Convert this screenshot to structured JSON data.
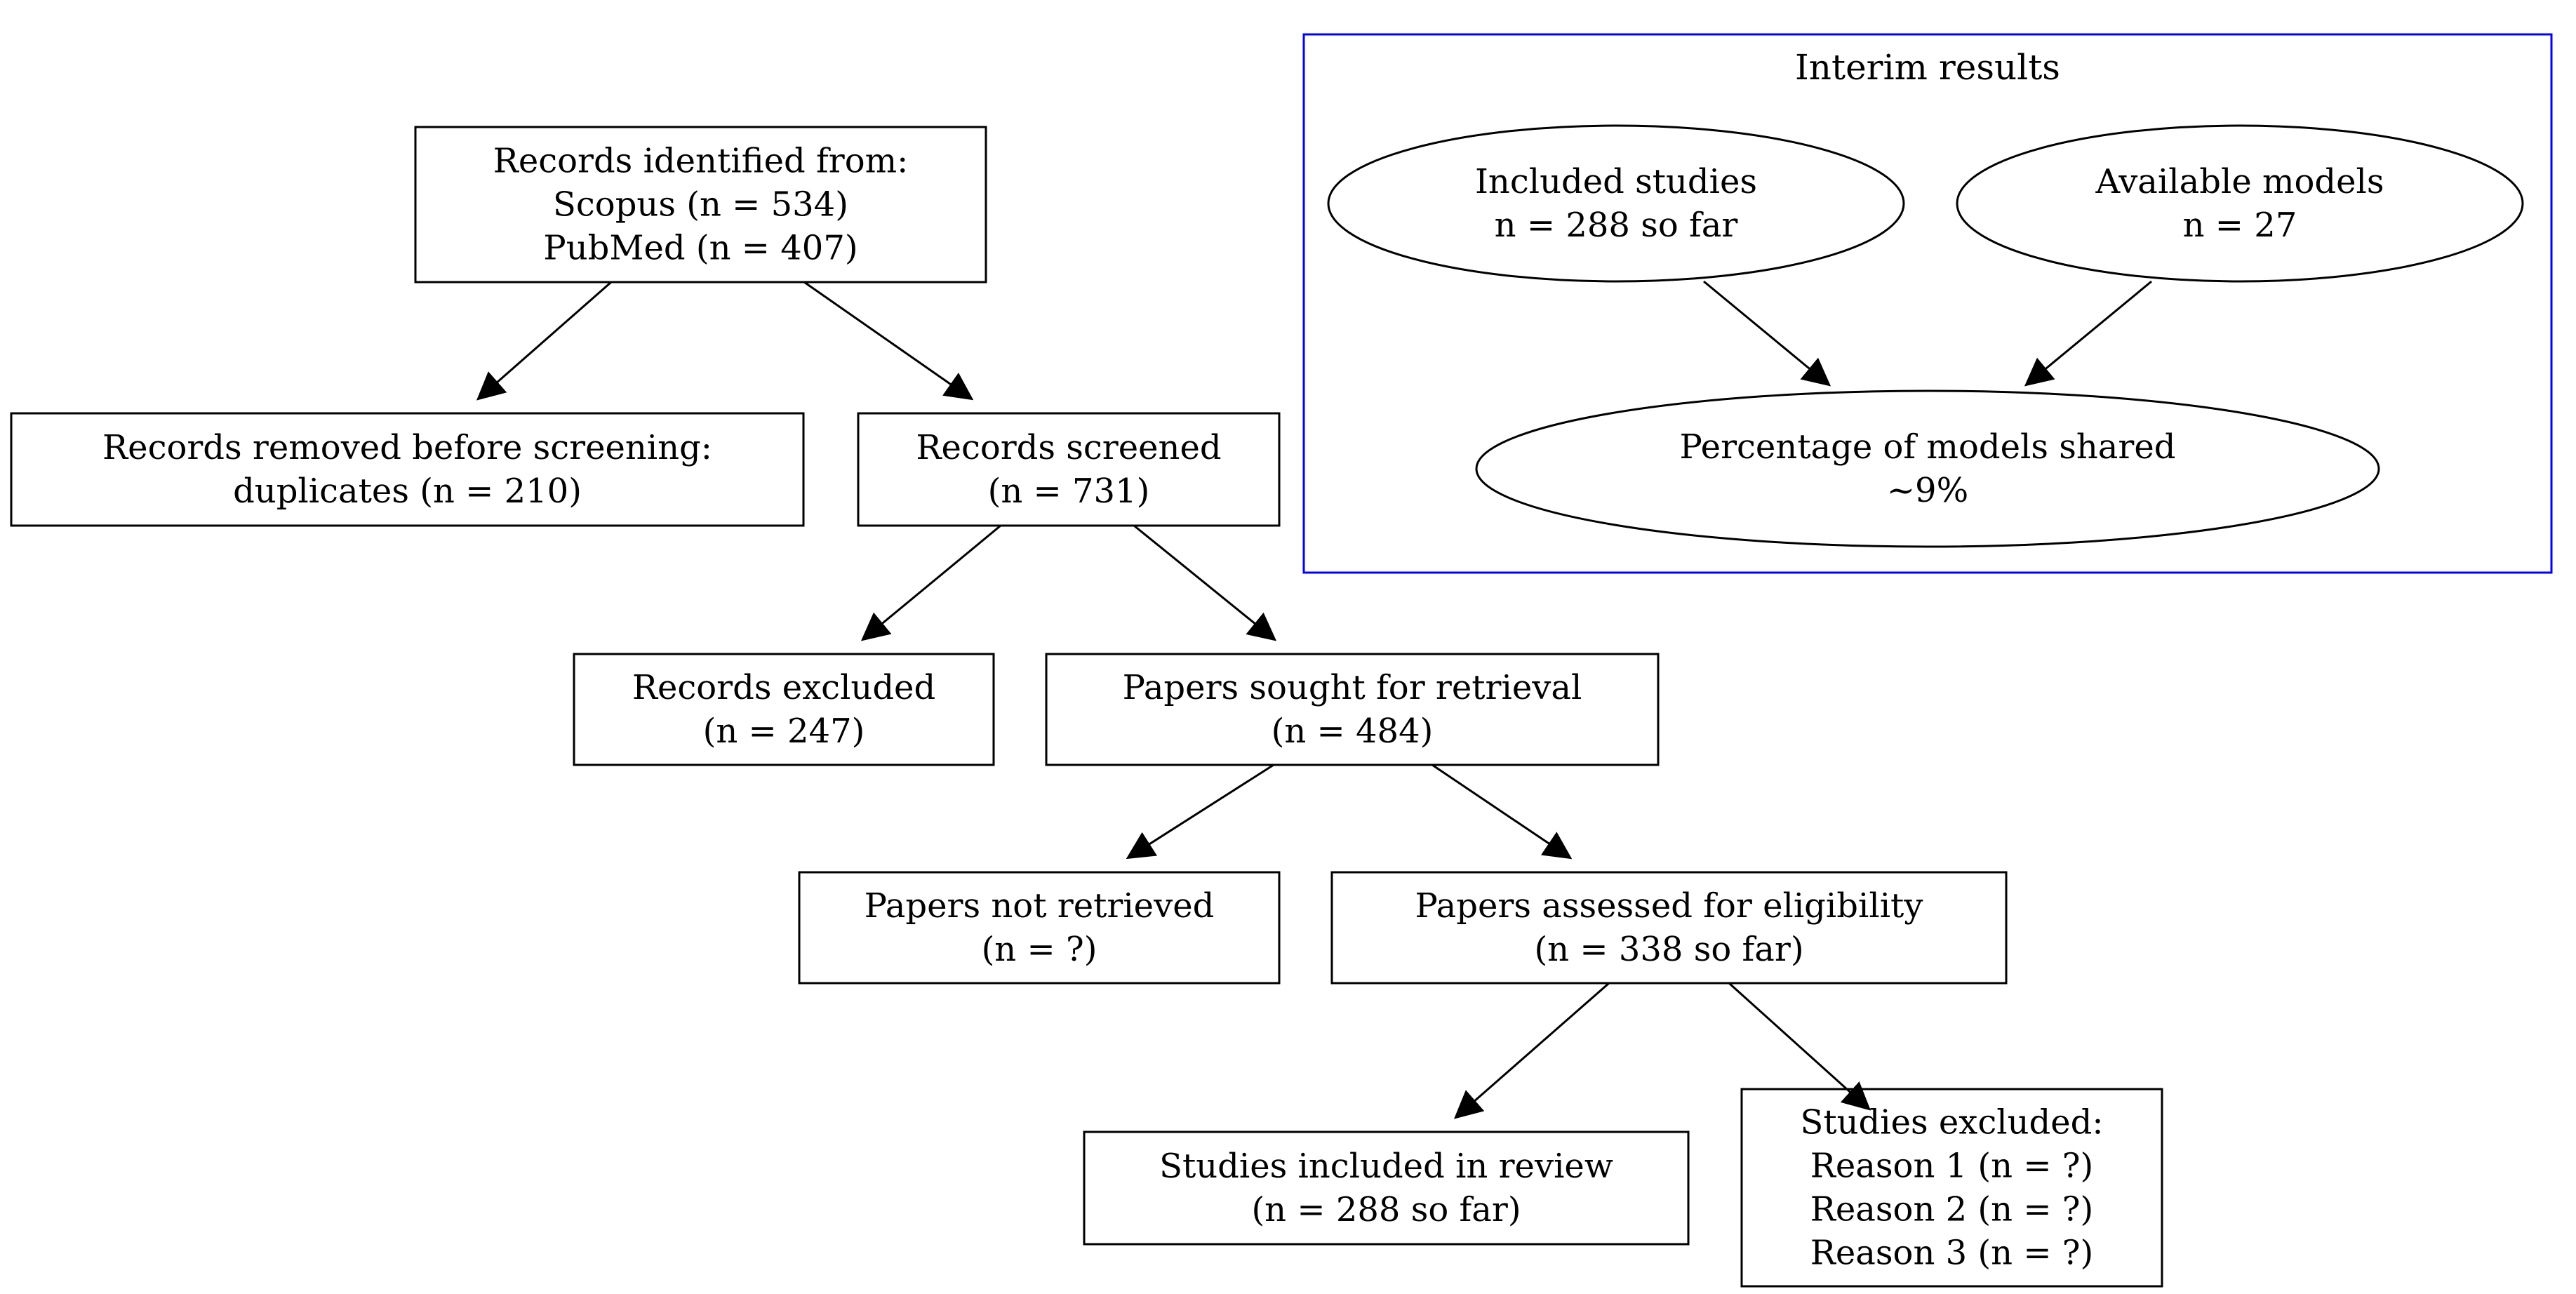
{
  "colors": {
    "node_stroke": "#000000",
    "cluster_stroke": "#0000ff",
    "background": "#ffffff",
    "text": "#000000"
  },
  "flow": {
    "identified": [
      "Records identified from:",
      "Scopus (n = 534)",
      "PubMed (n = 407)"
    ],
    "removed": [
      "Records removed before screening:",
      "duplicates (n = 210)"
    ],
    "screened": [
      "Records screened",
      "(n = 731)"
    ],
    "excluded": [
      "Records excluded",
      "(n = 247)"
    ],
    "sought": [
      "Papers sought for retrieval",
      "(n = 484)"
    ],
    "not_retrieved": [
      "Papers not retrieved",
      "(n = ?)"
    ],
    "assessed": [
      "Papers assessed for eligibility",
      "(n = 338 so far)"
    ],
    "included": [
      "Studies included in review",
      "(n = 288 so far)"
    ],
    "studies_excluded": [
      "Studies excluded:",
      "Reason 1 (n = ?)",
      "Reason 2 (n = ?)",
      "Reason 3 (n = ?)"
    ]
  },
  "interim": {
    "title": "Interim results",
    "included_studies": [
      "Included studies",
      "n = 288 so far"
    ],
    "available_models": [
      "Available models",
      "n = 27"
    ],
    "percentage_shared": [
      "Percentage of models shared",
      "~9%"
    ]
  }
}
